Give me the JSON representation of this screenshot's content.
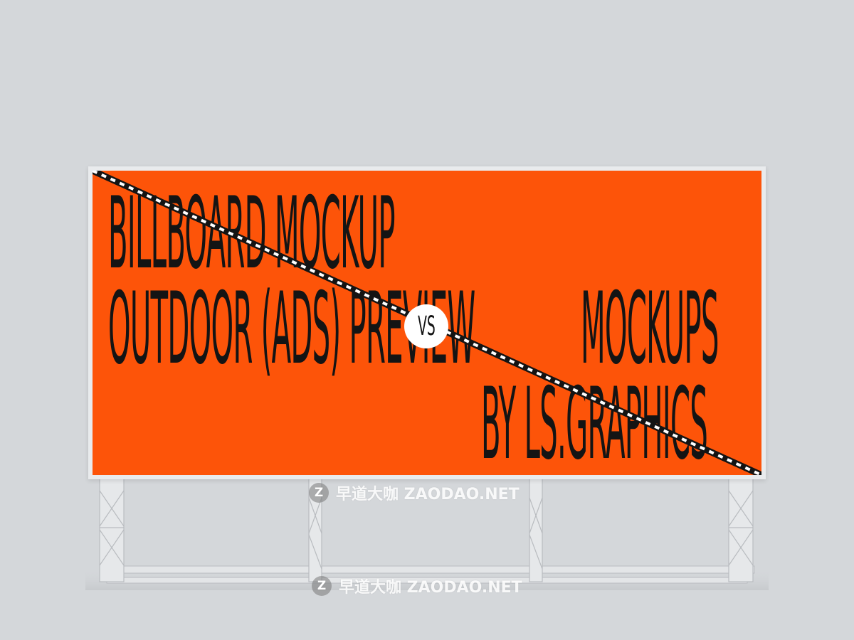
{
  "billboard": {
    "lines": [
      "BILLBOARD MOCKUP",
      "OUTDOOR (ADS) PREVIEW",
      "MOCKUPS",
      "BY LS.GRAPHICS"
    ],
    "badge_label": "VS",
    "face_color": "#fd5409",
    "text_color": "#141414"
  },
  "watermarks": [
    {
      "icon": "Z",
      "text": "早道大咖 ZAODAO.NET"
    },
    {
      "icon": "Z",
      "text": "早道大咖 ZAODAO.NET"
    }
  ],
  "icons": {
    "watermark": "zaodao-logo-icon"
  }
}
